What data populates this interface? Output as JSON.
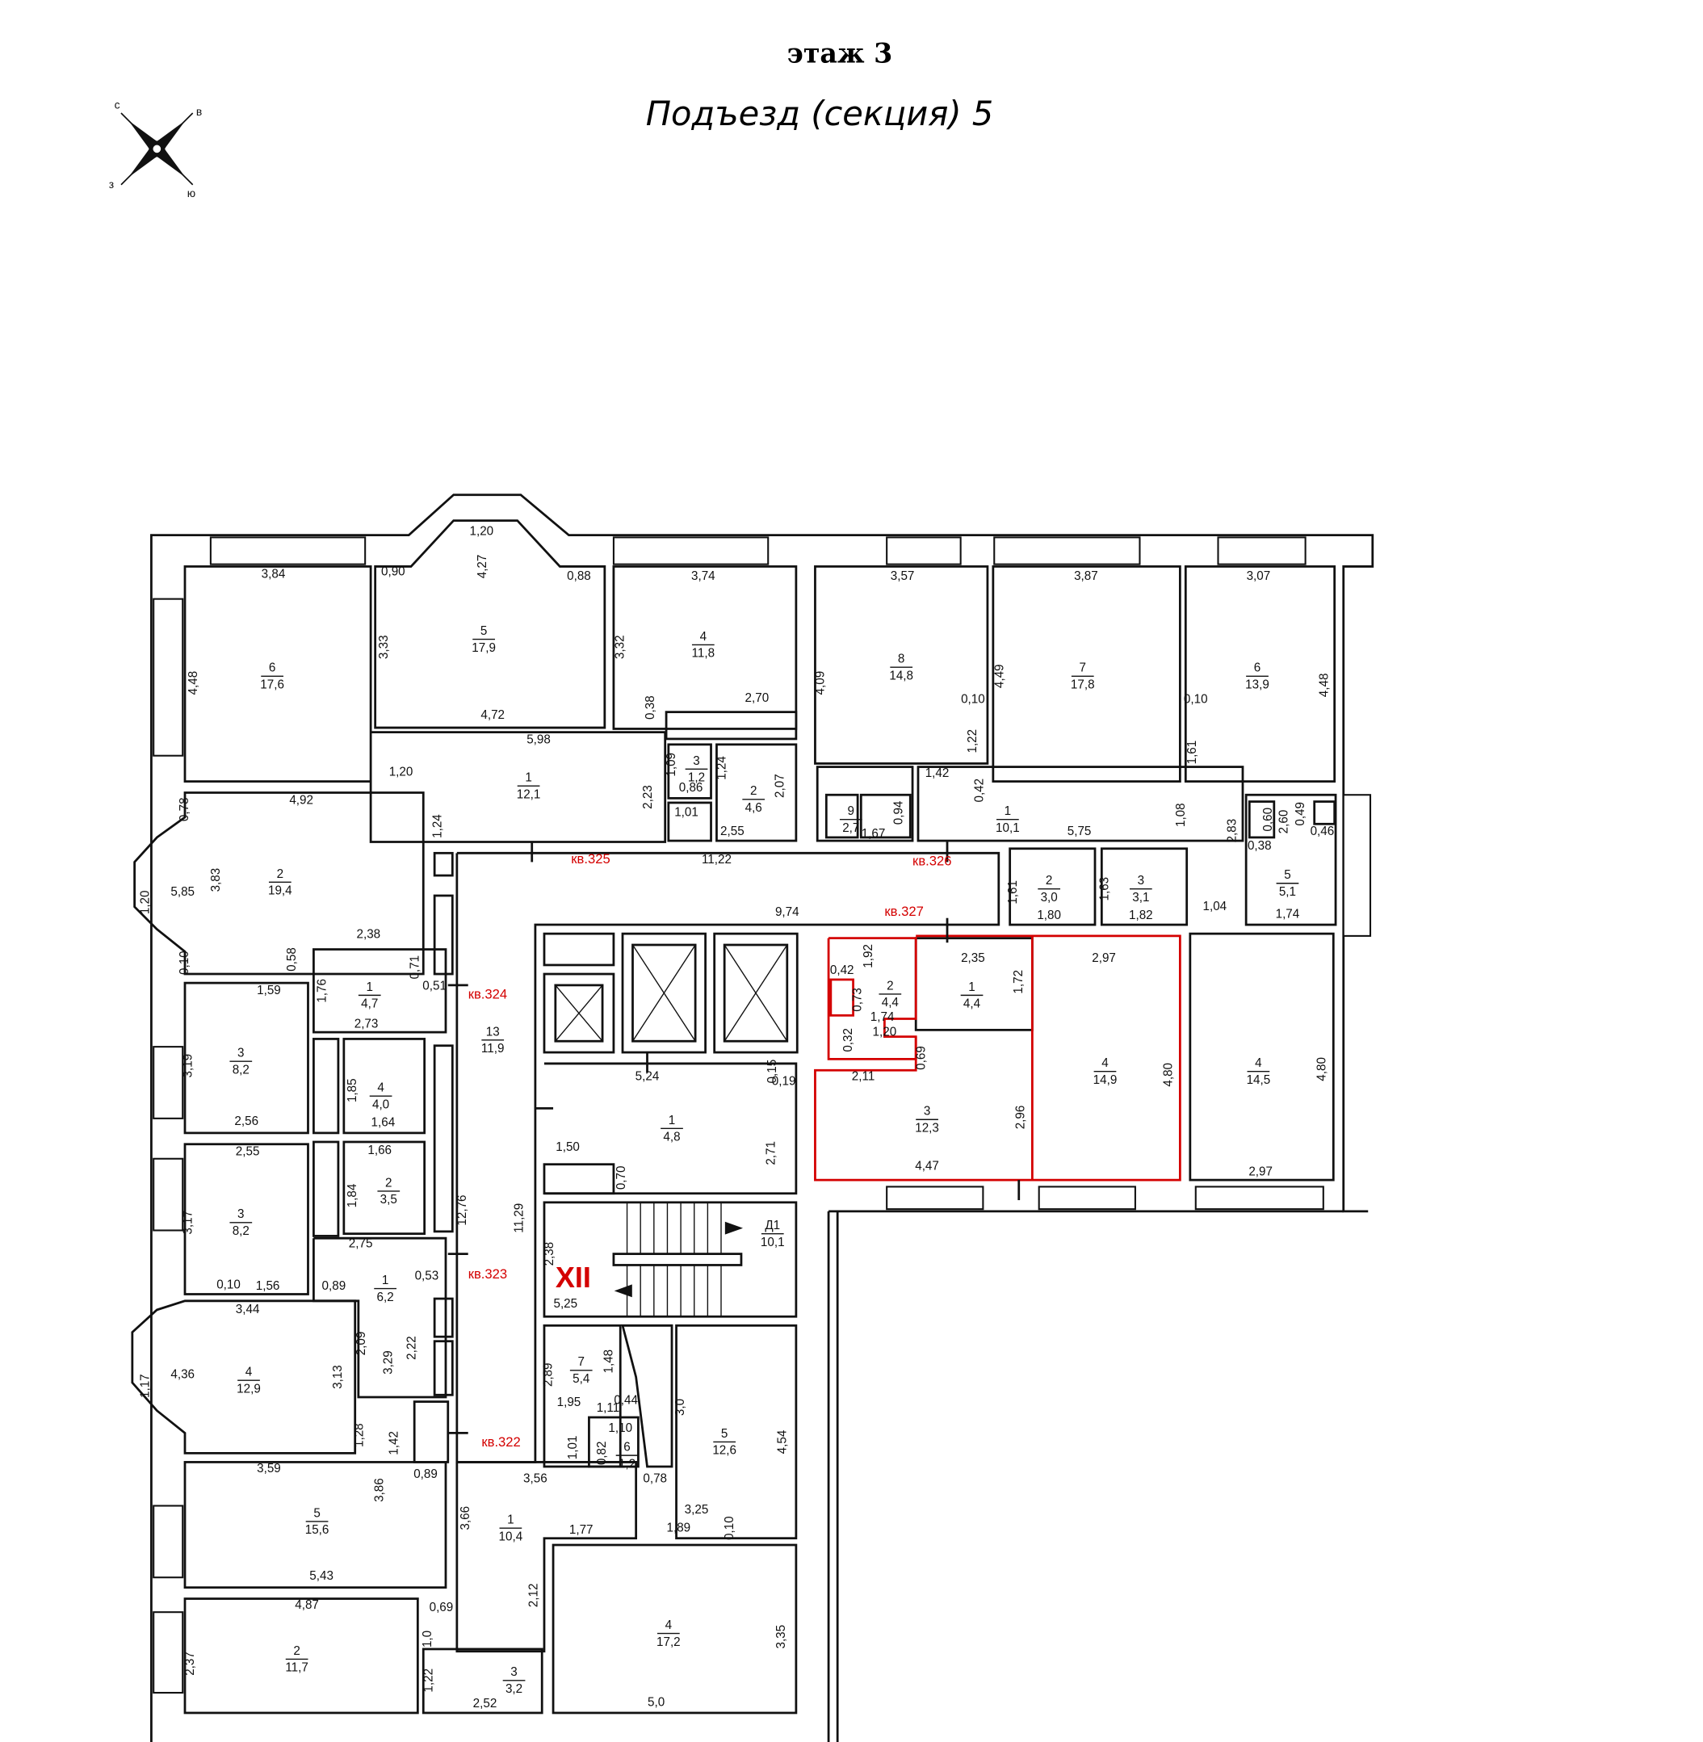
{
  "header": {
    "floor_title": "этаж 3",
    "section_title": "Подъезд (секция) 5"
  },
  "compass": {
    "letters": [
      "с",
      "в",
      "ю",
      "з"
    ]
  },
  "section_mark": "XII",
  "apartments": [
    "кв.322",
    "кв.323",
    "кв.324",
    "кв.325",
    "кв.326",
    "кв.327"
  ],
  "rooms": [
    {
      "num": "6",
      "area": "17,6"
    },
    {
      "num": "5",
      "area": "17,9"
    },
    {
      "num": "4",
      "area": "11,8"
    },
    {
      "num": "8",
      "area": "14,8"
    },
    {
      "num": "7",
      "area": "17,8"
    },
    {
      "num": "6",
      "area": "13,9"
    },
    {
      "num": "1",
      "area": "12,1"
    },
    {
      "num": "3",
      "area": "1,2"
    },
    {
      "num": "2",
      "area": "4,6"
    },
    {
      "num": "9",
      "area": "2,7"
    },
    {
      "num": "1",
      "area": "10,1"
    },
    {
      "num": "2",
      "area": "19,4"
    },
    {
      "num": "2",
      "area": "3,0"
    },
    {
      "num": "3",
      "area": "3,1"
    },
    {
      "num": "5",
      "area": "5,1"
    },
    {
      "num": "1",
      "area": "4,7"
    },
    {
      "num": "13",
      "area": "11,9"
    },
    {
      "num": "2",
      "area": "4,4"
    },
    {
      "num": "1",
      "area": "4,4"
    },
    {
      "num": "4",
      "area": "14,9"
    },
    {
      "num": "4",
      "area": "14,5"
    },
    {
      "num": "3",
      "area": "8,2"
    },
    {
      "num": "4",
      "area": "4,0"
    },
    {
      "num": "1",
      "area": "4,8"
    },
    {
      "num": "3",
      "area": "12,3"
    },
    {
      "num": "2",
      "area": "3,5"
    },
    {
      "num": "3",
      "area": "8,2"
    },
    {
      "num": "Д1",
      "area": "10,1"
    },
    {
      "num": "1",
      "area": "6,2"
    },
    {
      "num": "4",
      "area": "12,9"
    },
    {
      "num": "7",
      "area": "5,4"
    },
    {
      "num": "6",
      "area": "1,2"
    },
    {
      "num": "5",
      "area": "12,6"
    },
    {
      "num": "5",
      "area": "15,6"
    },
    {
      "num": "1",
      "area": "10,4"
    },
    {
      "num": "4",
      "area": "17,2"
    },
    {
      "num": "2",
      "area": "11,7"
    },
    {
      "num": "3",
      "area": "3,2"
    }
  ],
  "dims": [
    "3,84",
    "1,20",
    "0,90",
    "4,27",
    "0,88",
    "3,74",
    "3,57",
    "3,87",
    "3,07",
    "4,48",
    "3,33",
    "3,32",
    "4,09",
    "4,49",
    "4,48",
    "0,10",
    "0,10",
    "4,72",
    "2,70",
    "0,38",
    "5,98",
    "1,22",
    "1,61",
    "1,20",
    "1,09",
    "1,24",
    "2,07",
    "0,86",
    "2,23",
    "1,01",
    "2,55",
    "1,42",
    "0,42",
    "1,08",
    "2,83",
    "2,60",
    "0,46",
    "0,60",
    "0,49",
    "0,94",
    "1,67",
    "5,75",
    "0,78",
    "4,92",
    "1,24",
    "5,85",
    "3,83",
    "1,20",
    "11,22",
    "1,61",
    "1,63",
    "0,38",
    "1,80",
    "1,82",
    "1,74",
    "1,04",
    "0,58",
    "9,74",
    "2,38",
    "0,10",
    "1,76",
    "0,71",
    "0,51",
    "2,73",
    "1,59",
    "2,35",
    "2,97",
    "1,92",
    "0,42",
    "1,72",
    "0,73",
    "1,74",
    "1,20",
    "0,32",
    "0,69",
    "2,11",
    "2,96",
    "4,80",
    "4,80",
    "3,19",
    "2,56",
    "1,85",
    "1,64",
    "5,24",
    "0,15",
    "0,19",
    "2,71",
    "1,50",
    "0,70",
    "4,47",
    "2,97",
    "2,55",
    "1,66",
    "1,84",
    "3,17",
    "12,76",
    "11,29",
    "2,75",
    "0,89",
    "0,53",
    "0,10",
    "1,56",
    "2,38",
    "5,25",
    "3,44",
    "4,36",
    "1,17",
    "3,13",
    "2,09",
    "3,29",
    "2,22",
    "2,89",
    "1,48",
    "1,95",
    "1,11",
    "0,44",
    "1,10",
    "3,0",
    "4,54",
    "1,28",
    "1,42",
    "0,82",
    "1,01",
    "3,59",
    "3,86",
    "0,89",
    "3,56",
    "0,78",
    "3,25",
    "1,89",
    "0,10",
    "3,66",
    "1,77",
    "5,43",
    "2,12",
    "4,87",
    "0,69",
    "2,37",
    "1,0",
    "3,35",
    "1,22",
    "2,52",
    "5,0"
  ]
}
